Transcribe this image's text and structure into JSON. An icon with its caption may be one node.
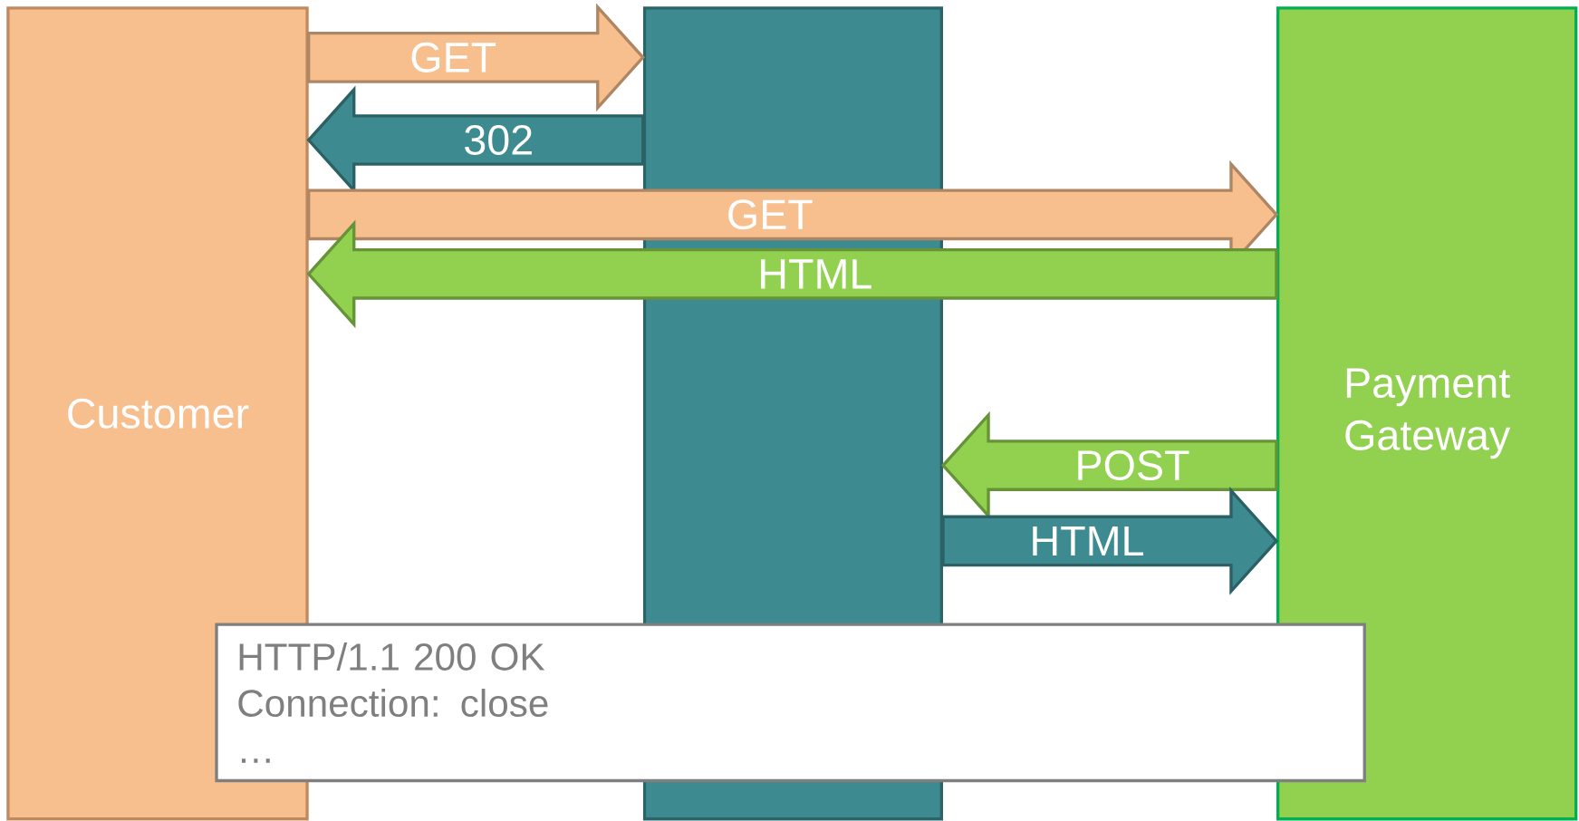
{
  "diagram": {
    "nodes": [
      {
        "text": [
          "Customer"
        ]
      },
      {
        "text": [],
        "shape": "box"
      },
      {
        "text": [
          "Payment Gateway"
        ]
      },
      {
        "text": [
          "HTTP/1.1 200 OK",
          "Connection: close",
          "…"
        ]
      }
    ],
    "edges": [
      {
        "from": 0,
        "to": 1,
        "arrow": "to",
        "label": "GET",
        "color": "#f8bf8e"
      },
      {
        "from": 1,
        "to": 0,
        "arrow": "to",
        "label": "302",
        "color": "#3d8b91"
      },
      {
        "from": 0,
        "to": 2,
        "arrow": "to",
        "label": "GET",
        "color": "#f8bf8e"
      },
      {
        "from": 2,
        "to": 0,
        "arrow": "to",
        "label": "HTML",
        "color": "#92d050"
      },
      {
        "from": 2,
        "to": 1,
        "arrow": "to",
        "label": "POST",
        "color": "#92d050"
      },
      {
        "from": 1,
        "to": 2,
        "arrow": "to",
        "label": "HTML",
        "color": "#3d8b91"
      }
    ]
  }
}
